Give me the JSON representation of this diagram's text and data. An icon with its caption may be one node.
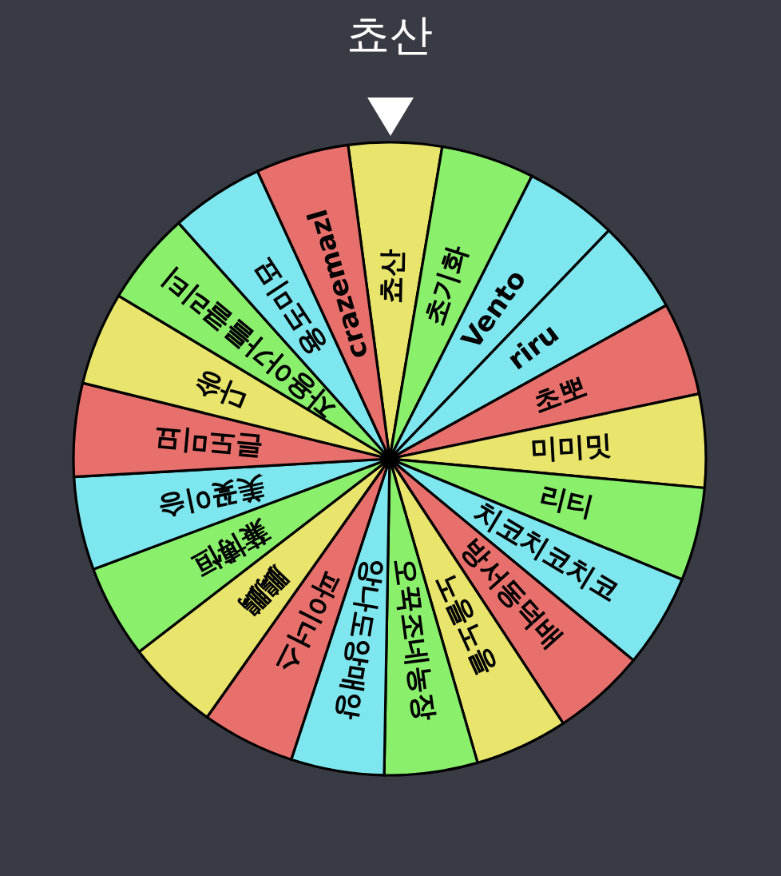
{
  "diagram": {
    "title": "쵸산",
    "nodes": [
      {
        "text": [
          "쵸산"
        ]
      },
      {
        "text": [
          "초기화"
        ]
      },
      {
        "text": [
          "Vento"
        ]
      },
      {
        "text": [
          "riru"
        ]
      },
      {
        "text": [
          "초뽀"
        ]
      },
      {
        "text": [
          "미미밋"
        ]
      },
      {
        "text": [
          "리티"
        ]
      },
      {
        "text": [
          "치코치코치코"
        ]
      },
      {
        "text": [
          "방서동덕배"
        ]
      },
      {
        "text": [
          "노을노을"
        ]
      },
      {
        "text": [
          "오꾹조네농장"
        ]
      },
      {
        "text": [
          "앙나도앙매앙"
        ]
      },
      {
        "text": [
          "파이너스"
        ]
      },
      {
        "text": [
          "鵬鵬"
        ]
      },
      {
        "text": [
          "蒹博恒"
        ]
      },
      {
        "text": [
          "美꽃이승"
        ]
      },
      {
        "text": [
          "른도미묘"
        ]
      },
      {
        "text": [
          "다송"
        ]
      },
      {
        "text": [
          "자용아가를클리티"
        ]
      },
      {
        "text": [
          "용도미묘"
        ]
      },
      {
        "text": [
          "crazemazl"
        ]
      }
    ]
  }
}
